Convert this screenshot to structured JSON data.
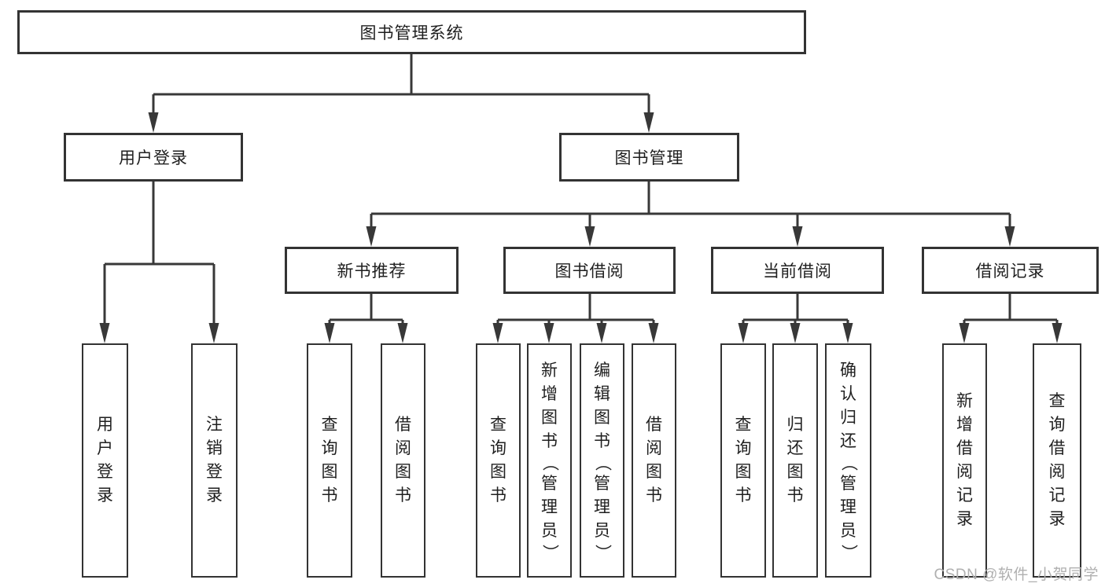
{
  "tree": {
    "label": "图书管理系统",
    "children": [
      {
        "label": "用户登录",
        "children": [
          {
            "label": "用户登录"
          },
          {
            "label": "注销登录"
          }
        ]
      },
      {
        "label": "图书管理",
        "children": [
          {
            "label": "新书推荐",
            "children": [
              {
                "label": "查询图书"
              },
              {
                "label": "借阅图书"
              }
            ]
          },
          {
            "label": "图书借阅",
            "children": [
              {
                "label": "查询图书"
              },
              {
                "label": "新增图书（管理员）"
              },
              {
                "label": "编辑图书（管理员）"
              },
              {
                "label": "借阅图书"
              }
            ]
          },
          {
            "label": "当前借阅",
            "children": [
              {
                "label": "查询图书"
              },
              {
                "label": "归还图书"
              },
              {
                "label": "确认归还（管理员）"
              }
            ]
          },
          {
            "label": "借阅记录",
            "children": [
              {
                "label": "新增借阅记录"
              },
              {
                "label": "查询借阅记录"
              }
            ]
          }
        ]
      }
    ]
  },
  "watermark": {
    "text": "CSDN @软件_小贺同学"
  },
  "colors": {
    "line": "#383838",
    "box_border": "#333333",
    "text": "#1f1f1f",
    "watermark": "#b0b0b0",
    "background": "#ffffff"
  }
}
